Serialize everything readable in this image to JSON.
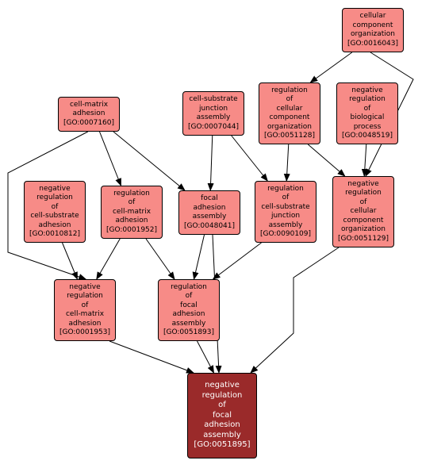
{
  "colors": {
    "node_fill": "#f78b87",
    "target_fill": "#9a2a2a",
    "border": "#000000",
    "edge": "#000000"
  },
  "nodes": {
    "go0016043": {
      "label": "cellular\ncomponent\norganization\n[GO:0016043]"
    },
    "go0007160": {
      "label": "cell-matrix\nadhesion\n[GO:0007160]"
    },
    "go0007044": {
      "label": "cell-substrate\njunction\nassembly\n[GO:0007044]"
    },
    "go0051128": {
      "label": "regulation\nof\ncellular\ncomponent\norganization\n[GO:0051128]"
    },
    "go0048519": {
      "label": "negative\nregulation\nof\nbiological\nprocess\n[GO:0048519]"
    },
    "go0010812": {
      "label": "negative\nregulation\nof\ncell-substrate\nadhesion\n[GO:0010812]"
    },
    "go0001952": {
      "label": "regulation\nof\ncell-matrix\nadhesion\n[GO:0001952]"
    },
    "go0048041": {
      "label": "focal\nadhesion\nassembly\n[GO:0048041]"
    },
    "go0090109": {
      "label": "regulation\nof\ncell-substrate\njunction\nassembly\n[GO:0090109]"
    },
    "go0051129": {
      "label": "negative\nregulation\nof\ncellular\ncomponent\norganization\n[GO:0051129]"
    },
    "go0001953": {
      "label": "negative\nregulation\nof\ncell-matrix\nadhesion\n[GO:0001953]"
    },
    "go0051893": {
      "label": "regulation\nof\nfocal\nadhesion\nassembly\n[GO:0051893]"
    },
    "go0051895": {
      "label": "negative\nregulation\nof\nfocal\nadhesion\nassembly\n[GO:0051895]"
    }
  },
  "edges": [
    [
      "go0016043",
      "go0051128"
    ],
    [
      "go0016043",
      "go0051129"
    ],
    [
      "go0051128",
      "go0090109"
    ],
    [
      "go0051128",
      "go0051129"
    ],
    [
      "go0048519",
      "go0051129"
    ],
    [
      "go0007160",
      "go0001953"
    ],
    [
      "go0007160",
      "go0001952"
    ],
    [
      "go0007160",
      "go0048041"
    ],
    [
      "go0007044",
      "go0048041"
    ],
    [
      "go0007044",
      "go0090109"
    ],
    [
      "go0010812",
      "go0001953"
    ],
    [
      "go0001952",
      "go0001953"
    ],
    [
      "go0001952",
      "go0051893"
    ],
    [
      "go0048041",
      "go0051893"
    ],
    [
      "go0048041",
      "go0051895"
    ],
    [
      "go0090109",
      "go0051893"
    ],
    [
      "go0051129",
      "go0051895"
    ],
    [
      "go0001953",
      "go0051895"
    ],
    [
      "go0051893",
      "go0051895"
    ]
  ]
}
